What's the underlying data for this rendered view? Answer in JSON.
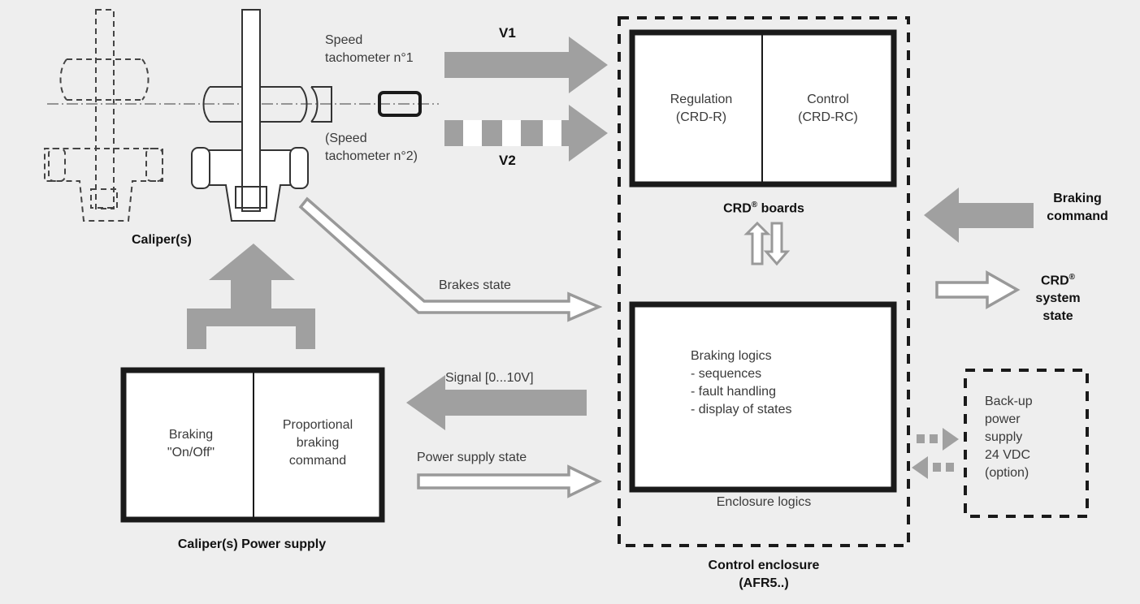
{
  "colors": {
    "background": "#eeeeee",
    "arrow_fill": "#a0a0a0",
    "box_border": "#1a1a1a"
  },
  "speed_tach_1": "Speed\ntachometer n°1",
  "speed_tach_2": "(Speed\ntachometer n°2)",
  "v1": "V1",
  "v2": "V2",
  "caliper_label": "Caliper(s)",
  "crd_boards": {
    "regulation": "Regulation\n(CRD-R)",
    "control": "Control\n(CRD-RC)",
    "title_prefix": "CRD",
    "title_mark": "®",
    "title_suffix": " boards"
  },
  "braking_command": "Braking\ncommand",
  "system_state": {
    "line1_prefix": "CRD",
    "mark": "®",
    "rest": "system\nstate"
  },
  "brakes_state": "Brakes state",
  "signal": "Signal [0...10V]",
  "power_supply_state": "Power supply state",
  "logics_box": "Braking logics\n- sequences\n- fault handling\n- display of states",
  "enclosure_logics": "Enclosure logics",
  "control_enclosure": "Control enclosure\n(AFR5..)",
  "power_supply": {
    "braking_onoff": "Braking\n\"On/Off\"",
    "proportional": "Proportional\nbraking\ncommand",
    "title": "Caliper(s) Power supply"
  },
  "backup": "Back-up\npower\nsupply\n24 VDC\n(option)"
}
